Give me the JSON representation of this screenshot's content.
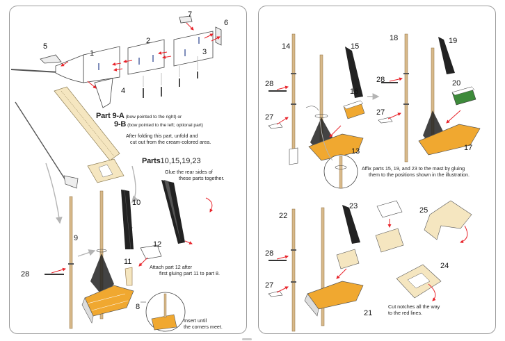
{
  "left_panel": {
    "labels": {
      "n1": "1",
      "n2": "2",
      "n3": "3",
      "n4": "4",
      "n5": "5",
      "n6": "6",
      "n7": "7",
      "n8": "8",
      "n9": "9",
      "n10": "10",
      "n11": "11",
      "n12": "12",
      "n28": "28"
    },
    "part9_heading_a": "Part 9-A",
    "part9_note_a": "(bow pointed to the right) or",
    "part9_heading_b": "9-B",
    "part9_note_b": "(bow pointed to the left; optional part)",
    "fold_note_1": "After folding this part, unfold and",
    "fold_note_2": "cut out from the cream-colored area.",
    "parts_heading_prefix": "Parts",
    "parts_heading_list": "10,15,19,23",
    "glue_note_1": "Glue the rear sides of",
    "glue_note_2": "these parts together.",
    "attach_note_1": "Attach part 12 after",
    "attach_note_2": "first gluing part 11 to part 8.",
    "insert_note_1": "Insert until",
    "insert_note_2": "the corners meet."
  },
  "right_panel": {
    "labels": {
      "n13": "13",
      "n14": "14",
      "n15": "15",
      "n16": "16",
      "n17": "17",
      "n18": "18",
      "n19": "19",
      "n20": "20",
      "n21": "21",
      "n22": "22",
      "n23": "23",
      "n24": "24",
      "n25": "25",
      "n27a": "27",
      "n28a": "28",
      "n27b": "27",
      "n28b": "28",
      "n27c": "27",
      "n28c": "28"
    },
    "affix_note_1": "Affix parts 15, 19, and 23 to the mast by gluing",
    "affix_note_2": "them to the positions shown in the illustration.",
    "cut_note_1": "Cut notches all the way",
    "cut_note_2": "to the red lines."
  },
  "colors": {
    "panel_border": "#9a9a9a",
    "arrow_red": "#e8232a",
    "arrow_gray": "#b4b4b4",
    "mast_tan": "#d8b98a",
    "hull_orange": "#f0a830",
    "cream": "#f5e6c0",
    "sail_dark": "#1a1a1a"
  }
}
